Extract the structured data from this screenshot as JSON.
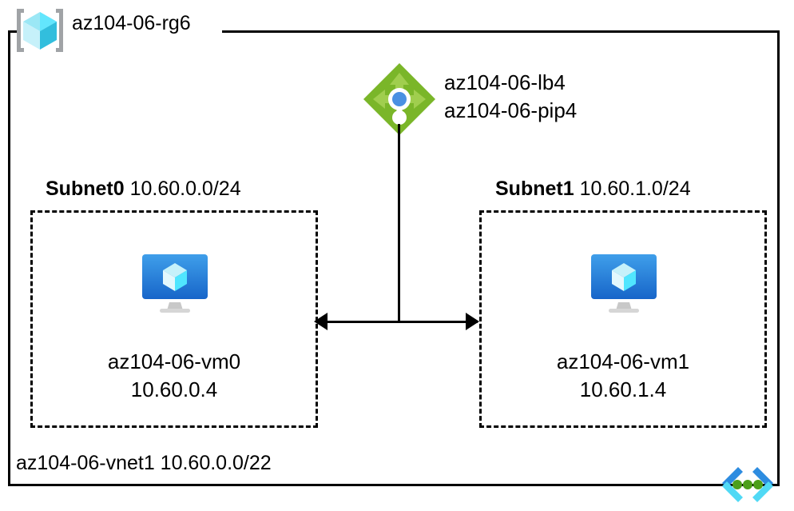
{
  "diagram": {
    "type": "azure-network-architecture",
    "resource_group": {
      "icon": "azure-resource-group-icon",
      "label": "az104-06-rg6"
    },
    "load_balancer": {
      "icon": "azure-load-balancer-icon",
      "name": "az104-06-lb4",
      "public_ip": "az104-06-pip4"
    },
    "subnets": [
      {
        "name": "Subnet0",
        "cidr": "10.60.0.0/24",
        "vm": {
          "icon": "azure-virtual-machine-icon",
          "name": "az104-06-vm0",
          "ip": "10.60.0.4"
        }
      },
      {
        "name": "Subnet1",
        "cidr": "10.60.1.0/24",
        "vm": {
          "icon": "azure-virtual-machine-icon",
          "name": "az104-06-vm1",
          "ip": "10.60.1.4"
        }
      }
    ],
    "vnet": {
      "icon": "azure-virtual-network-icon",
      "label": "az104-06-vnet1 10.60.0.0/22"
    },
    "colors": {
      "line": "#000000",
      "load_balancer_green": "#7AB629",
      "load_balancer_arrow_green": "#A0CE4E",
      "load_balancer_dot_blue": "#4A90E2",
      "vm_blue_top": "#3A9BE8",
      "vm_blue_bottom": "#1B6FD4",
      "cube_cyan_light": "#9BE7F5",
      "cube_cyan_mid": "#50E6FF",
      "cube_cyan_dark": "#32BEDD",
      "bracket_gray": "#A0A3A6",
      "vnet_blue": "#2D8CE0",
      "vnet_cyan": "#50D9F5",
      "vnet_dot_green": "#4C9F1A"
    }
  }
}
